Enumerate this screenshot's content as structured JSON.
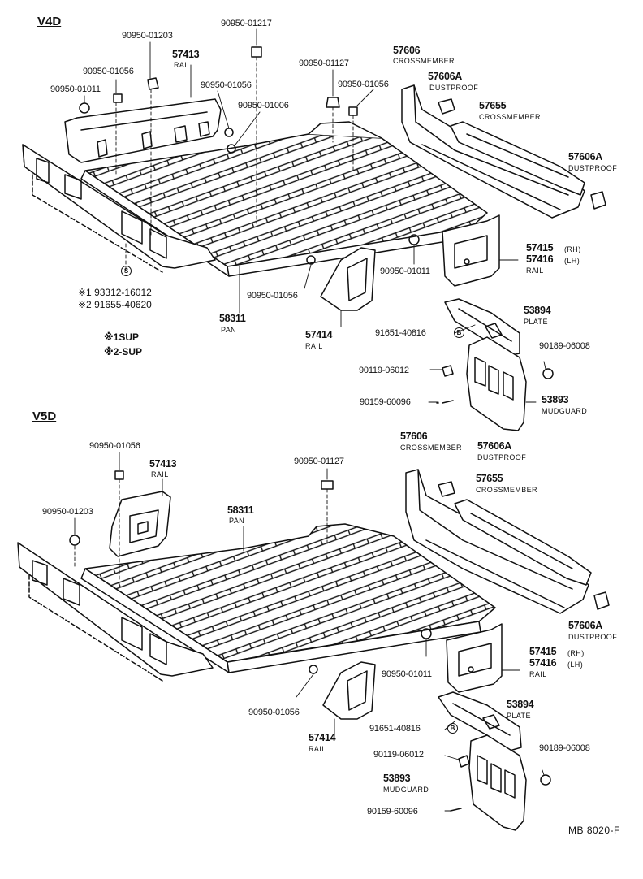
{
  "sections": {
    "v4d": "V4D",
    "v5d": "V5D"
  },
  "v4d": {
    "l_90950_01203": "90950-01203",
    "l_90950_01217": "90950-01217",
    "l_57413": "57413",
    "l_57413_cap": "RAIL",
    "l_90950_01056_a": "90950-01056",
    "l_90950_01011_a": "90950-01011",
    "l_90950_01056_b": "90950-01056",
    "l_90950_01006": "90950-01006",
    "l_90950_01127": "90950-01127",
    "l_90950_01056_c": "90950-01056",
    "l_57606": "57606",
    "l_57606_cap": "CROSSMEMBER",
    "l_57606a_1": "57606A",
    "l_57606a_1_cap": "DUSTPROOF",
    "l_57655": "57655",
    "l_57655_cap": "CROSSMEMBER",
    "l_57606a_2": "57606A",
    "l_57606a_2_cap": "DUSTPROOF",
    "l_57415": "57415",
    "l_rh": "(RH)",
    "l_57416": "57416",
    "l_lh": "(LH)",
    "l_rail_5741x": "RAIL",
    "l_90950_01011_b": "90950-01011",
    "l_90950_01056_d": "90950-01056",
    "l_58311": "58311",
    "l_58311_cap": "PAN",
    "l_57414": "57414",
    "l_57414_cap": "RAIL",
    "l_53894": "53894",
    "l_53894_cap": "PLATE",
    "l_91651": "91651-40816",
    "l_90189": "90189-06008",
    "l_90119": "90119-06012",
    "l_90159": "90159-60096",
    "l_53893": "53893",
    "l_53893_cap": "MUDGUARD",
    "note_s1": "※1 93312-16012",
    "note_s2": "※2 91655-40620",
    "note_sup1": "※1SUP",
    "note_sup2": "※2-SUP",
    "s_mark": "S",
    "b_mark": "B"
  },
  "v5d": {
    "l_90950_01056_a": "90950-01056",
    "l_57413": "57413",
    "l_57413_cap": "RAIL",
    "l_90950_01127": "90950-01127",
    "l_90950_01203": "90950-01203",
    "l_58311": "58311",
    "l_58311_cap": "PAN",
    "l_57606": "57606",
    "l_57606_cap": "CROSSMEMBER",
    "l_57606a_1": "57606A",
    "l_57606a_1_cap": "DUSTPROOF",
    "l_57655": "57655",
    "l_57655_cap": "CROSSMEMBER",
    "l_57606a_2": "57606A",
    "l_57606a_2_cap": "DUSTPROOF",
    "l_57415": "57415",
    "l_rh": "(RH)",
    "l_57416": "57416",
    "l_lh": "(LH)",
    "l_rail_5741x": "RAIL",
    "l_90950_01011": "90950-01011",
    "l_90950_01056_b": "90950-01056",
    "l_57414": "57414",
    "l_57414_cap": "RAIL",
    "l_53894": "53894",
    "l_53894_cap": "PLATE",
    "l_91651": "91651-40816",
    "l_90119": "90119-06012",
    "l_90189": "90189-06008",
    "l_53893": "53893",
    "l_53893_cap": "MUDGUARD",
    "l_90159": "90159-60096",
    "b_mark": "B"
  },
  "footer": {
    "code": "MB  8020-F"
  }
}
